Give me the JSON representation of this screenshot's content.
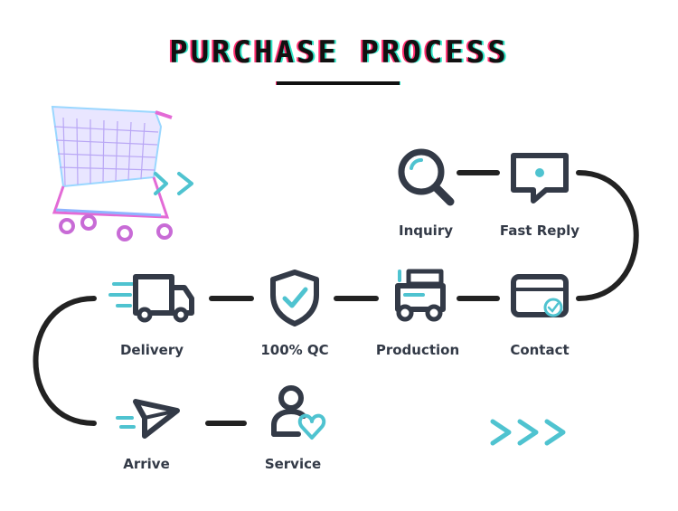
{
  "title": "PURCHASE PROCESS",
  "steps": [
    {
      "label": "Inquiry",
      "icon": "magnifier-icon"
    },
    {
      "label": "Fast Reply",
      "icon": "chat-bubble-icon"
    },
    {
      "label": "Contact",
      "icon": "card-check-icon"
    },
    {
      "label": "Production",
      "icon": "forklift-icon"
    },
    {
      "label": "100% QC",
      "icon": "shield-check-icon"
    },
    {
      "label": "Delivery",
      "icon": "delivery-truck-icon"
    },
    {
      "label": "Arrive",
      "icon": "paper-plane-icon"
    },
    {
      "label": "Service",
      "icon": "person-heart-icon"
    }
  ],
  "colors": {
    "icon": "#333a47",
    "accent": "#4fc3d0",
    "line": "#222222"
  }
}
